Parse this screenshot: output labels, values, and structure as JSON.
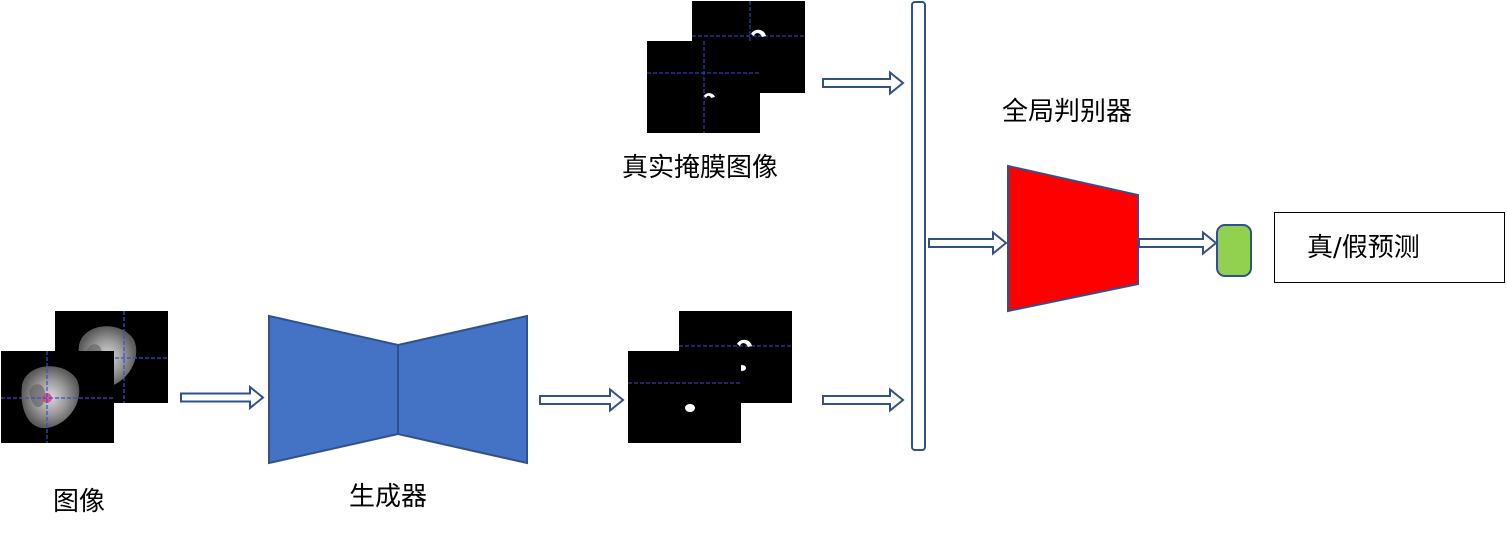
{
  "labels": {
    "input_image": "图像",
    "generator": "生成器",
    "real_mask": "真实掩膜图像",
    "discriminator": "全局判别器",
    "prediction": "真/假预测"
  },
  "colors": {
    "generator_fill": "#4472C4",
    "generator_stroke": "#2F528F",
    "discriminator_fill": "#FF0000",
    "discriminator_stroke": "#2F528F",
    "output_node_fill": "#92D050",
    "arrow_stroke": "#2F528F",
    "background": "#FFFFFF"
  },
  "icons": {
    "arrows": "hollow-double-arrow",
    "input_thumbnails": "brain-mri-slice",
    "mask_thumbnails": "binary-mask-slice"
  }
}
